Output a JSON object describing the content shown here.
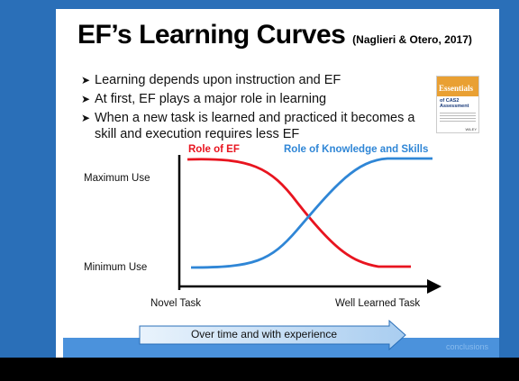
{
  "slide": {
    "title": "EF’s Learning Curves",
    "citation": "(Naglieri & Otero, 2017)",
    "bullets": [
      "Learning depends upon instruction and EF",
      "At first, EF plays a major role in learning",
      "When a new task is learned and practiced it becomes a skill and execution requires less EF"
    ],
    "footer": "conclusions"
  },
  "book_cover": {
    "series": "Essentials",
    "title_line1": "of CAS2",
    "title_line2": "Assessment",
    "publisher": "WILEY"
  },
  "diagram": {
    "y_max_label": "Maximum Use",
    "y_min_label": "Minimum Use",
    "x_start_label": "Novel Task",
    "x_end_label": "Well Learned Task",
    "ef_curve_label": "Role of EF",
    "knowledge_curve_label": "Role of Knowledge and Skills",
    "time_arrow_label": "Over time and with experience",
    "colors": {
      "ef": "#e8141f",
      "knowledge": "#2f86d6",
      "axis": "#000000",
      "frame": "#2a6fb8"
    }
  }
}
